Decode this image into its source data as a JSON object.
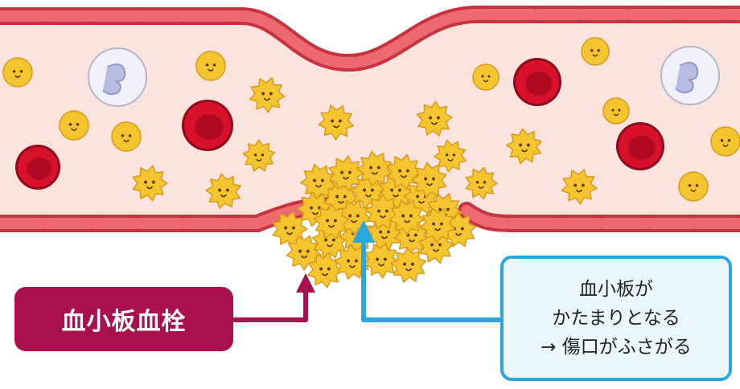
{
  "label": "血小板血栓",
  "note": {
    "line1": "血小板が",
    "line2": "かたまりとなる",
    "line3": "→ 傷口がふさがる"
  },
  "colors": {
    "vessel_wall": "#e4505a",
    "vessel_interior": "#fbe3de",
    "platelet": "#f5c530",
    "platelet_outline": "#d79a1c",
    "red_blood_cell": "#d8102a",
    "white_blood_cell": "#f1f1fa",
    "label_box": "#a8104e",
    "note_border": "#2aa7e0",
    "note_fill": "#eaf7fd"
  },
  "icons": [
    "platelet-icon",
    "red-blood-cell-icon",
    "white-blood-cell-icon",
    "arrow-icon"
  ]
}
